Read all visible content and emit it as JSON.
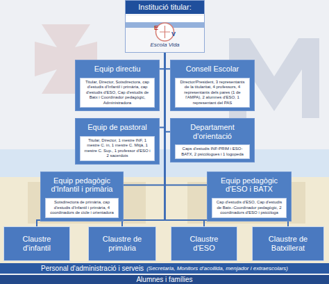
{
  "diagram": {
    "nodes": [
      {
        "text": [
          "Institució titular:"
        ]
      },
      {
        "text": [
          "Equip directiu",
          "Titular, Director, Sotsdirectora, cap d'estudis d'Infantil i primària, cap d'estudis d'ESO, Cap d'estudis de Batx i Coordinador pedagògic, Administradora"
        ]
      },
      {
        "text": [
          "Consell Escolar",
          "Director/President, 3 representants de la titularitat, 4 professors, 4 representants dels pares (1 de l'AMPA), 2 alumnes d'ESO, 1 representant del PAS"
        ]
      },
      {
        "text": [
          "Equip de pastoral",
          "Titular, Director, 1 mestre INF, 1 mestre C. in, 1 mestre C. Mitjà, 1 mestre C. Sup., 1 professor d'ESO i 2 sacerdots"
        ]
      },
      {
        "text": [
          "Departament d'orientació",
          "Caps d'estudis INF-PRIM i ESO-BATX, 2 psicòlogues i 1 logopeda"
        ]
      },
      {
        "text": [
          "Equip pedagògic d'Infantil i primària",
          "Sotsdirectora de primària, cap d'estudis d'Infantil i primària, 4 coordinadors de cicle i orientadora"
        ]
      },
      {
        "text": [
          "Equip pedagògic d'ESO i BATX",
          "Cap d'estudis d'ESO, Cap d'estudis de Batx.-Coordinador pedagògic, 2 coordinadors d'ESO i psicòloga"
        ]
      },
      {
        "text": [
          "Claustre d'infantil"
        ]
      },
      {
        "text": [
          "Claustre de primària"
        ]
      },
      {
        "text": [
          "Claustre d'ESO"
        ]
      },
      {
        "text": [
          "Claustre de Batxillerat"
        ]
      },
      {
        "text": [
          "Personal d'administració i serveis",
          "(Secretaria, Monitors d'acollida, menjador i extraescolars)"
        ]
      },
      {
        "text": [
          "Alumnes i famílies"
        ]
      }
    ],
    "edges": [
      {
        "from": 0,
        "to": 1,
        "arrow": "none"
      },
      {
        "from": 0,
        "to": 2,
        "arrow": "none"
      },
      {
        "from": 0,
        "to": 3,
        "arrow": "none"
      },
      {
        "from": 0,
        "to": 4,
        "arrow": "none"
      },
      {
        "from": 0,
        "to": 5,
        "arrow": "none"
      },
      {
        "from": 0,
        "to": 6,
        "arrow": "none"
      },
      {
        "from": 0,
        "to": 7,
        "arrow": "none"
      },
      {
        "from": 0,
        "to": 8,
        "arrow": "none"
      },
      {
        "from": 0,
        "to": 9,
        "arrow": "none"
      },
      {
        "from": 0,
        "to": 10,
        "arrow": "none"
      }
    ],
    "labels": [
      "E",
      "V",
      "Escola Vida"
    ]
  }
}
